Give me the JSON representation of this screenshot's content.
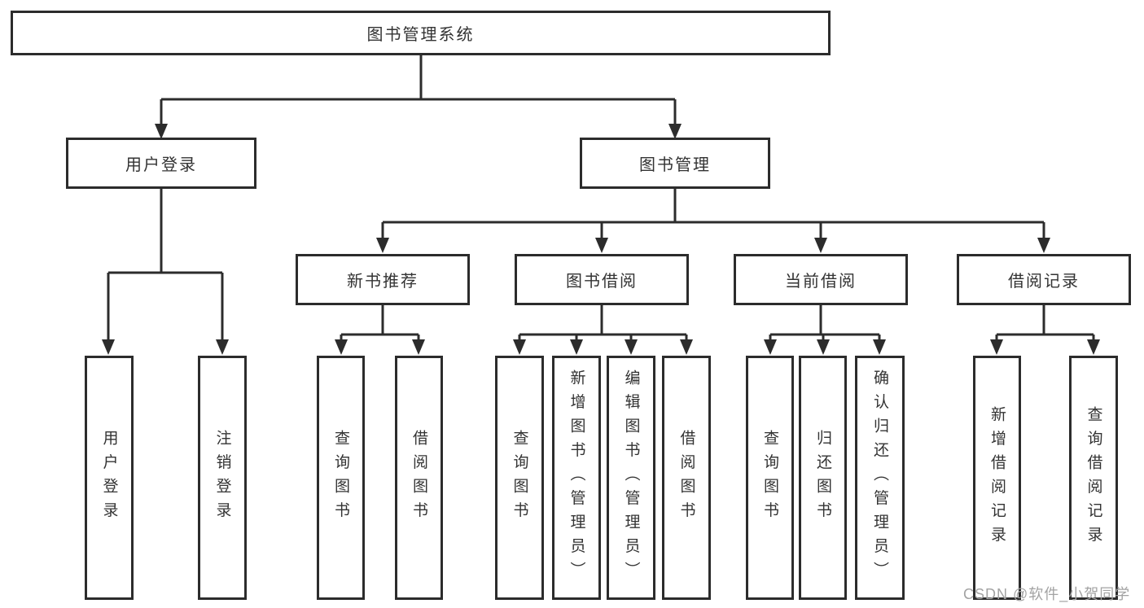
{
  "diagram": {
    "root": {
      "label": "图书管理系统"
    },
    "level2": [
      {
        "label": "用户登录"
      },
      {
        "label": "图书管理"
      }
    ],
    "level3": [
      {
        "label": "新书推荐"
      },
      {
        "label": "图书借阅"
      },
      {
        "label": "当前借阅"
      },
      {
        "label": "借阅记录"
      }
    ],
    "leaves": {
      "user_login": [
        {
          "label": "用户登录"
        },
        {
          "label": "注销登录"
        }
      ],
      "new_book": [
        {
          "label": "查询图书"
        },
        {
          "label": "借阅图书"
        }
      ],
      "book_borrow": [
        {
          "label": "查询图书"
        },
        {
          "label": "新增图书（管理员）"
        },
        {
          "label": "编辑图书（管理员）"
        },
        {
          "label": "借阅图书"
        }
      ],
      "current_borrow": [
        {
          "label": "查询图书"
        },
        {
          "label": "归还图书"
        },
        {
          "label": "确认归还（管理员）"
        }
      ],
      "borrow_record": [
        {
          "label": "新增借阅记录"
        },
        {
          "label": "查询借阅记录"
        }
      ]
    },
    "colors": {
      "line": "#2c2c2c",
      "text": "#333333",
      "watermark": "#a3a3a3",
      "background": "#ffffff"
    }
  },
  "watermark": {
    "text": "CSDN @软件_小贺同学"
  }
}
